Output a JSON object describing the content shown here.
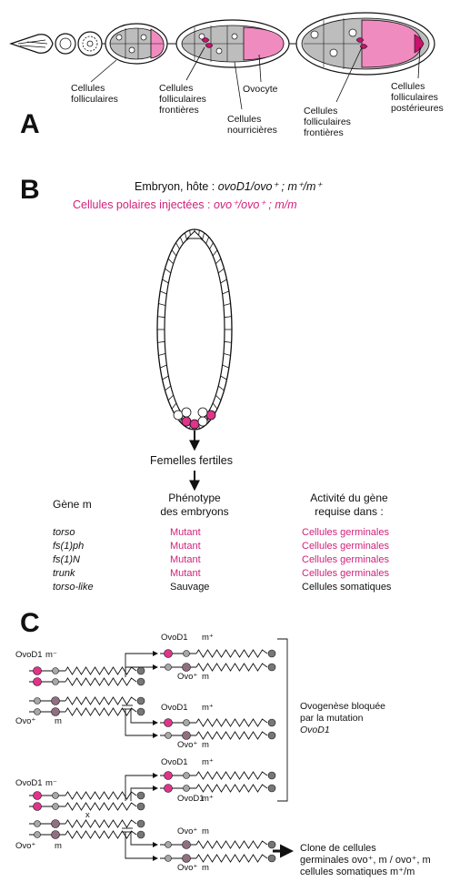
{
  "panelA": {
    "letter": "A",
    "labels": {
      "follicular": [
        "Cellules",
        "folliculaires"
      ],
      "follicular_frontier_1": [
        "Cellules",
        "folliculaires",
        "frontières"
      ],
      "oocyte": "Ovocyte",
      "nurse": [
        "Cellules",
        "nourricières"
      ],
      "follicular_frontier_2": [
        "Cellules",
        "folliculaires",
        "frontières"
      ],
      "posterior": [
        "Cellules",
        "folliculaires",
        "postérieures"
      ]
    }
  },
  "panelB": {
    "letter": "B",
    "host_prefix": "Embryon, hôte : ",
    "host_genotype": "ovoD1/ovo⁺ ; m⁺/m⁺",
    "injected_prefix": "Cellules polaires injectées : ",
    "injected_genotype": "ovo⁺/ovo⁺ ; m/m",
    "result": "Femelles fertiles",
    "table": {
      "headers": [
        "Gène m",
        [
          "Phénotype",
          "des embryons"
        ],
        [
          "Activité du gène",
          "requise dans :"
        ]
      ],
      "rows": [
        {
          "gene": "torso",
          "phenotype": "Mutant",
          "activity": "Cellules germinales"
        },
        {
          "gene": "fs(1)ph",
          "phenotype": "Mutant",
          "activity": "Cellules germinales"
        },
        {
          "gene": "fs(1)N",
          "phenotype": "Mutant",
          "activity": "Cellules germinales"
        },
        {
          "gene": "trunk",
          "phenotype": "Mutant",
          "activity": "Cellules germinales"
        },
        {
          "gene": "torso-like",
          "phenotype": "Sauvage",
          "activity": "Cellules somatiques"
        }
      ]
    }
  },
  "panelC": {
    "letter": "C",
    "label_ovod1": "OvoD1",
    "label_mminus": "m⁻",
    "label_mplus": "m⁺",
    "label_ovoplus": "Ovo⁺",
    "label_m": "m",
    "cross": "x",
    "blocked": [
      "Ovogenèse bloquée",
      "par la mutation",
      "OvoD1"
    ],
    "clone": [
      "Clone de cellules",
      "germinales ovo⁺, m / ovo⁺, m",
      "cellules somatiques m⁺/m"
    ]
  },
  "colors": {
    "pink": "#e0338a",
    "pink_light": "#f08bbf",
    "grey": "#a8a8a8",
    "mauve": "#8f6f80",
    "dark": "#333333"
  }
}
